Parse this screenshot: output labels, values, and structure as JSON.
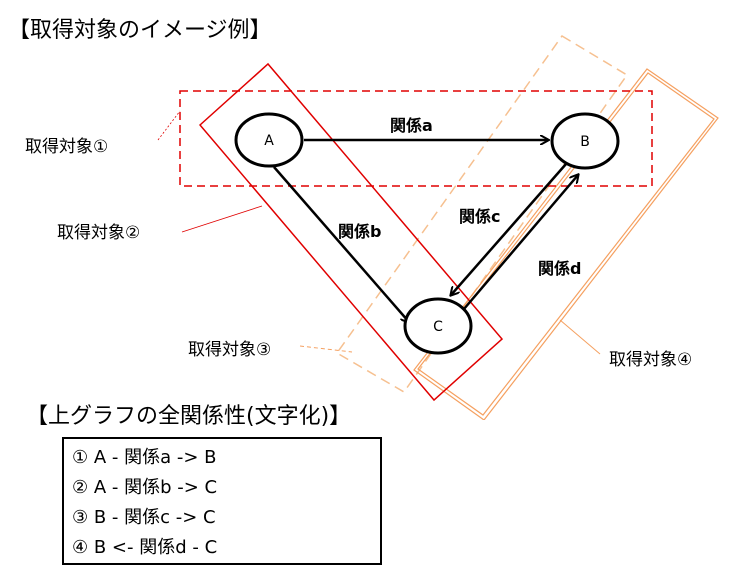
{
  "title": "【取得対象のイメージ例】",
  "nodes": {
    "a": "A",
    "b": "B",
    "c": "C"
  },
  "relations": {
    "a": "関係a",
    "b": "関係b",
    "c": "関係c",
    "d": "関係d"
  },
  "targets": {
    "t1": "取得対象①",
    "t2": "取得対象②",
    "t3": "取得対象③",
    "t4": "取得対象④"
  },
  "summary_heading": "【上グラフの全関係性(文字化)】",
  "summary": [
    "① A - 関係a -> B",
    "② A - 関係b -> C",
    "③ B - 関係c -> C",
    "④ B <- 関係d - C"
  ],
  "colors": {
    "red": "#e00000",
    "orange": "#f5a060",
    "orange_dashed": "#f6c090",
    "black": "#000000"
  }
}
